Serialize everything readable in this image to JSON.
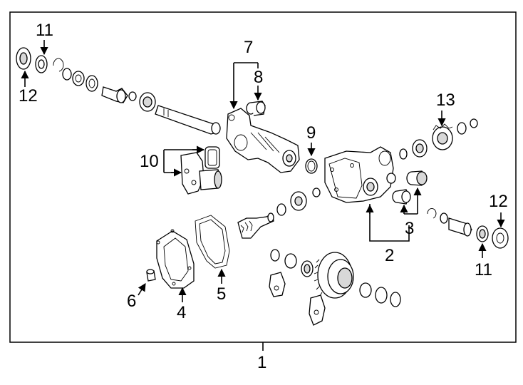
{
  "callouts": {
    "c1": "1",
    "c2": "2",
    "c3": "3",
    "c4": "4",
    "c5": "5",
    "c6": "6",
    "c7": "7",
    "c8": "8",
    "c9": "9",
    "c10": "10",
    "c11_left": "11",
    "c11_right": "11",
    "c12_left": "12",
    "c12_right": "12",
    "c13": "13"
  }
}
